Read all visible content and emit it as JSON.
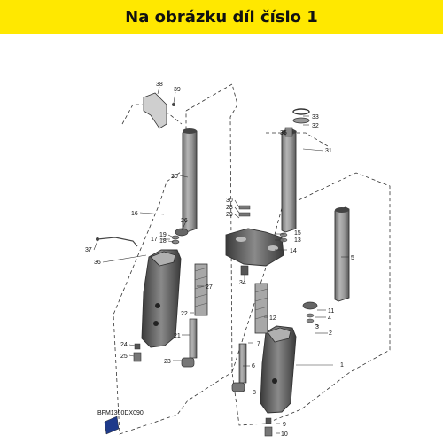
{
  "banner": {
    "title": "Na obrázku díl číslo 1",
    "bg_color": "#ffe800"
  },
  "diagram": {
    "code": "BFM1300DX090",
    "callouts": [
      "1",
      "2",
      "3",
      "4",
      "5",
      "6",
      "7",
      "8",
      "9",
      "10",
      "11",
      "12",
      "13",
      "14",
      "15",
      "16",
      "17",
      "18",
      "19",
      "20",
      "21",
      "22",
      "23",
      "24",
      "25",
      "26",
      "27",
      "28",
      "29",
      "30",
      "31",
      "32",
      "33",
      "34",
      "35",
      "36",
      "37",
      "38",
      "39"
    ]
  }
}
